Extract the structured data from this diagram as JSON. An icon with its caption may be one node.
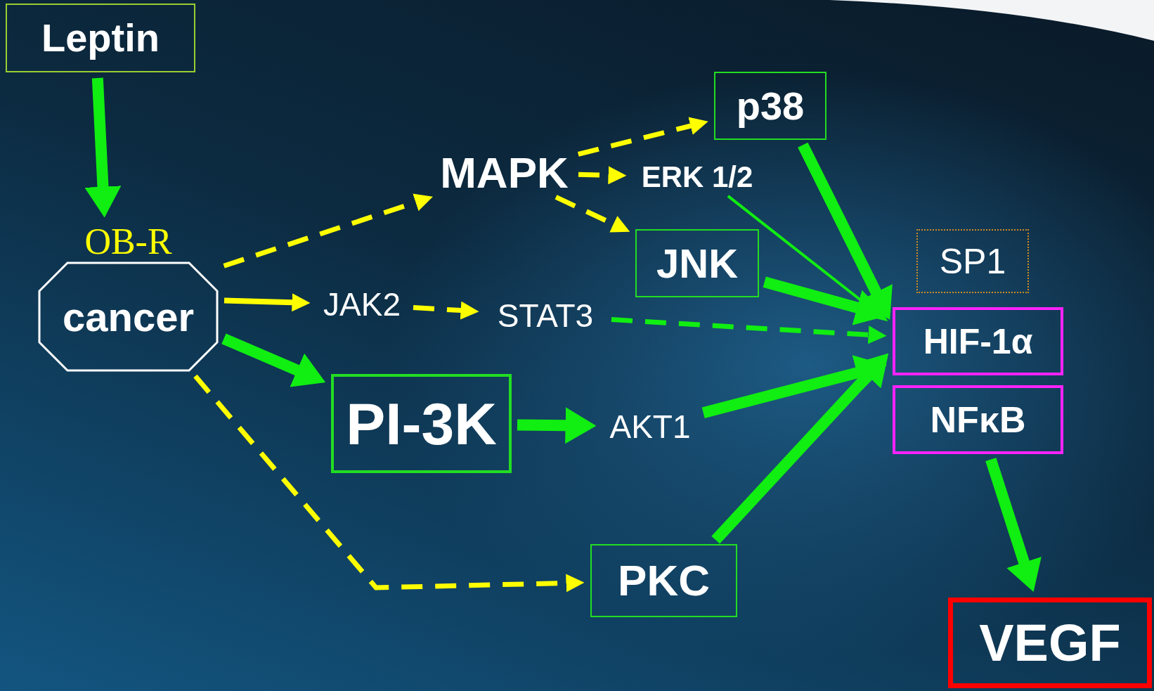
{
  "diagram": {
    "nodes": [
      {
        "text": [
          "Leptin"
        ]
      },
      {
        "text": [
          "OB-R",
          "cancer"
        ]
      },
      {
        "text": [
          "MAPK"
        ]
      },
      {
        "text": [
          "p38"
        ]
      },
      {
        "text": [
          "ERK 1/2"
        ]
      },
      {
        "text": [
          "JNK"
        ]
      },
      {
        "text": [
          "JAK2"
        ]
      },
      {
        "text": [
          "STAT3"
        ]
      },
      {
        "text": [
          "PI-3K"
        ]
      },
      {
        "text": [
          "AKT1"
        ]
      },
      {
        "text": [
          "PKC"
        ]
      },
      {
        "text": [
          "SP1"
        ]
      },
      {
        "text": [
          "HIF-1α"
        ]
      },
      {
        "text": [
          "NFκB"
        ]
      },
      {
        "text": [
          "VEGF"
        ]
      }
    ],
    "edges": [
      {
        "from": 0,
        "to": 1,
        "arrow": "to",
        "style": "thick"
      },
      {
        "from": 1,
        "to": 2,
        "arrow": "to",
        "style": "dashed",
        "color": "#ffff00"
      },
      {
        "from": 1,
        "to": 6,
        "arrow": "to",
        "color": "#ffff00"
      },
      {
        "from": 6,
        "to": 7,
        "arrow": "to",
        "style": "dashed",
        "color": "#ffff00"
      },
      {
        "from": 2,
        "to": 3,
        "arrow": "to",
        "style": "dashed",
        "color": "#ffff00"
      },
      {
        "from": 2,
        "to": 4,
        "arrow": "to",
        "style": "dashed",
        "color": "#ffff00"
      },
      {
        "from": 2,
        "to": 5,
        "arrow": "to",
        "style": "dashed",
        "color": "#ffff00"
      },
      {
        "from": 1,
        "to": 8,
        "arrow": "to",
        "style": "thick"
      },
      {
        "from": 8,
        "to": 9,
        "arrow": "to",
        "style": "thick"
      },
      {
        "from": 1,
        "to": 10,
        "arrow": "to",
        "style": "dashed",
        "color": "#ffff00"
      },
      {
        "from": 3,
        "to": 12,
        "arrow": "to",
        "style": "thick"
      },
      {
        "from": 4,
        "to": 12,
        "arrow": "to"
      },
      {
        "from": 5,
        "to": 12,
        "arrow": "to",
        "style": "thick"
      },
      {
        "from": 7,
        "to": 12,
        "arrow": "to",
        "style": "dashed"
      },
      {
        "from": 9,
        "to": 12,
        "arrow": "to",
        "style": "thick"
      },
      {
        "from": 10,
        "to": 12,
        "arrow": "to",
        "style": "thick"
      },
      {
        "from": 13,
        "to": 14,
        "arrow": "to",
        "style": "thick"
      }
    ]
  }
}
